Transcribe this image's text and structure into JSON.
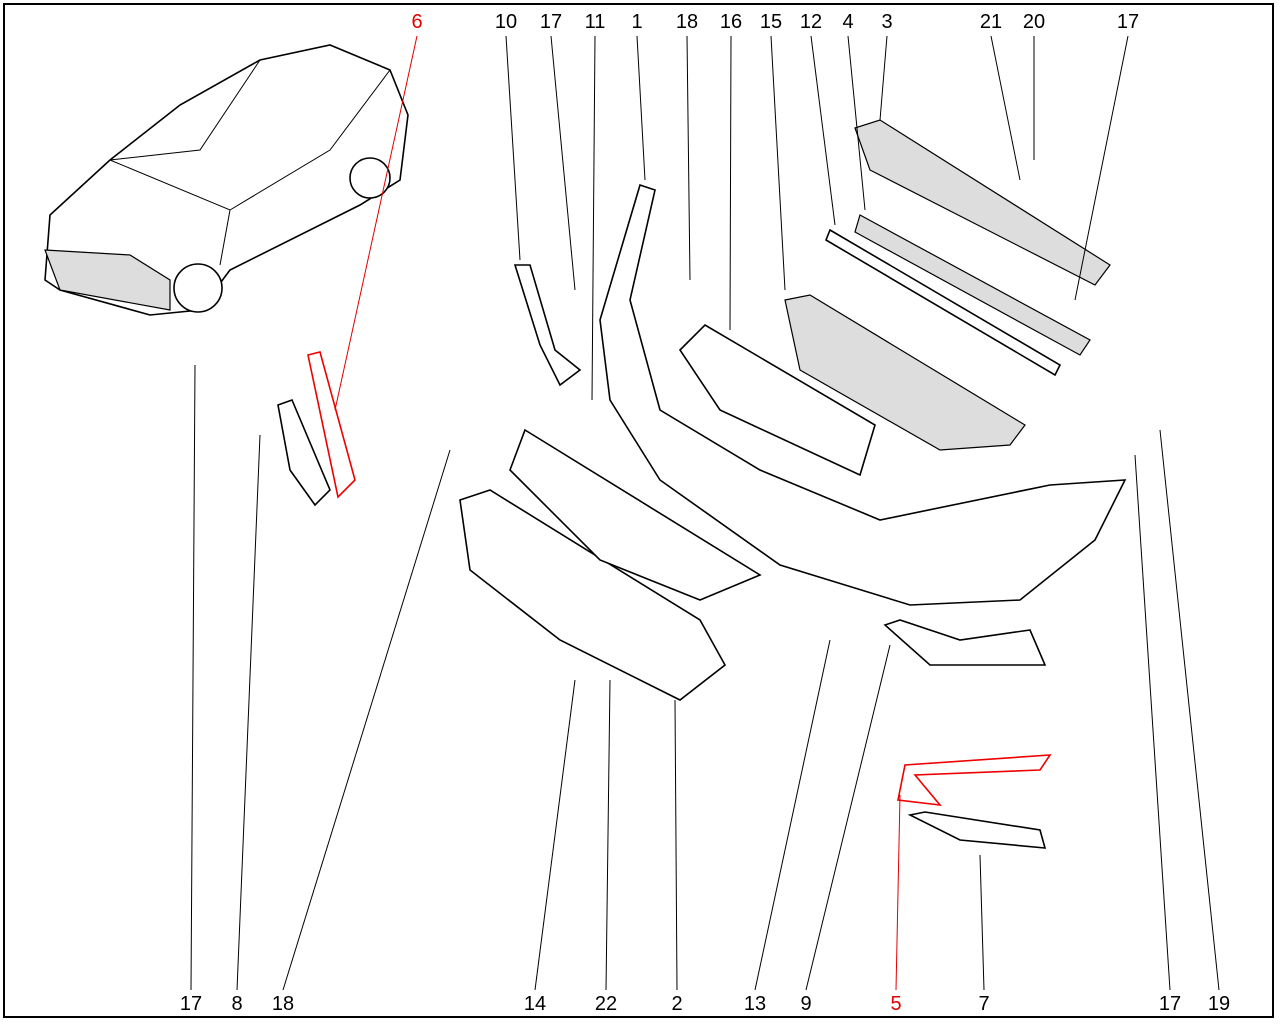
{
  "diagram": {
    "callouts_top": [
      {
        "text": "6",
        "color": "#e00000"
      },
      {
        "text": "10",
        "color": "#000000"
      },
      {
        "text": "17",
        "color": "#000000"
      },
      {
        "text": "11",
        "color": "#000000"
      },
      {
        "text": "1",
        "color": "#000000"
      },
      {
        "text": "18",
        "color": "#000000"
      },
      {
        "text": "16",
        "color": "#000000"
      },
      {
        "text": "15",
        "color": "#000000"
      },
      {
        "text": "12",
        "color": "#000000"
      },
      {
        "text": "4",
        "color": "#000000"
      },
      {
        "text": "3",
        "color": "#000000"
      },
      {
        "text": "21",
        "color": "#000000"
      },
      {
        "text": "20",
        "color": "#000000"
      },
      {
        "text": "17",
        "color": "#000000"
      }
    ],
    "callouts_bottom": [
      {
        "text": "17",
        "color": "#000000"
      },
      {
        "text": "8",
        "color": "#000000"
      },
      {
        "text": "18",
        "color": "#000000"
      },
      {
        "text": "14",
        "color": "#000000"
      },
      {
        "text": "22",
        "color": "#000000"
      },
      {
        "text": "2",
        "color": "#000000"
      },
      {
        "text": "13",
        "color": "#000000"
      },
      {
        "text": "9",
        "color": "#000000"
      },
      {
        "text": "5",
        "color": "#e00000"
      },
      {
        "text": "7",
        "color": "#000000"
      },
      {
        "text": "17",
        "color": "#000000"
      },
      {
        "text": "19",
        "color": "#000000"
      }
    ]
  }
}
